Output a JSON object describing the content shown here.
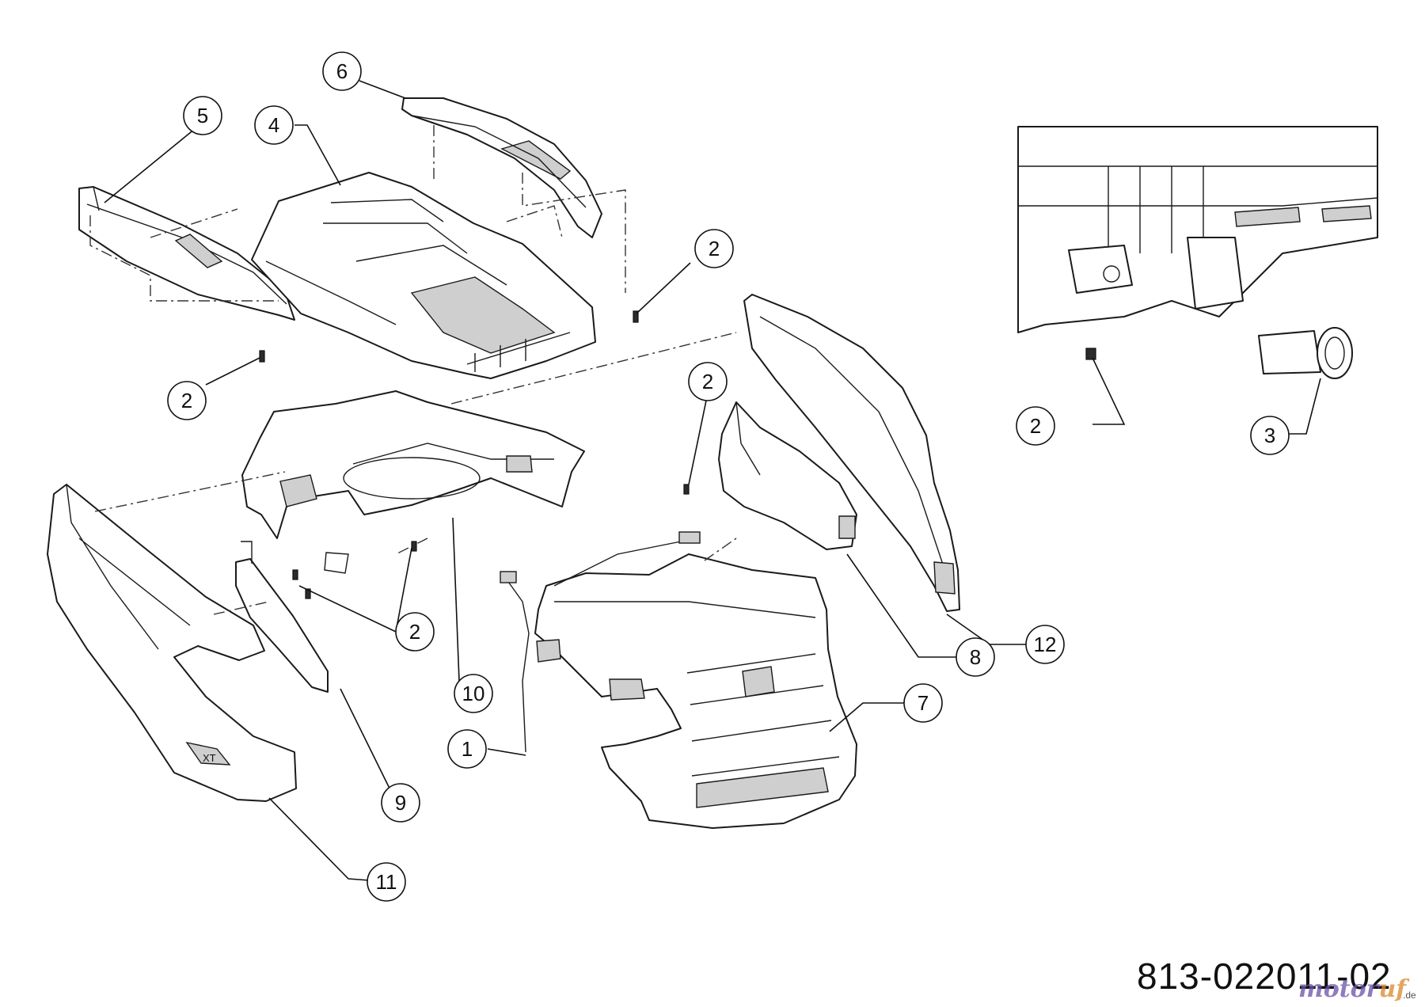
{
  "diagram": {
    "callouts": [
      {
        "id": "c6",
        "label": "6"
      },
      {
        "id": "c5",
        "label": "5"
      },
      {
        "id": "c4",
        "label": "4"
      },
      {
        "id": "c2a",
        "label": "2"
      },
      {
        "id": "c2b",
        "label": "2"
      },
      {
        "id": "c2c",
        "label": "2"
      },
      {
        "id": "c2d",
        "label": "2"
      },
      {
        "id": "c2e",
        "label": "2"
      },
      {
        "id": "c3",
        "label": "3"
      },
      {
        "id": "c12",
        "label": "12"
      },
      {
        "id": "c8",
        "label": "8"
      },
      {
        "id": "c7",
        "label": "7"
      },
      {
        "id": "c10",
        "label": "10"
      },
      {
        "id": "c9",
        "label": "9"
      },
      {
        "id": "c1",
        "label": "1"
      },
      {
        "id": "c11",
        "label": "11"
      }
    ],
    "drawing_number": "813-022011-02",
    "watermark": {
      "part1": "motor",
      "part2": "uf",
      "tld": ".de"
    },
    "badge_text": "XT"
  }
}
